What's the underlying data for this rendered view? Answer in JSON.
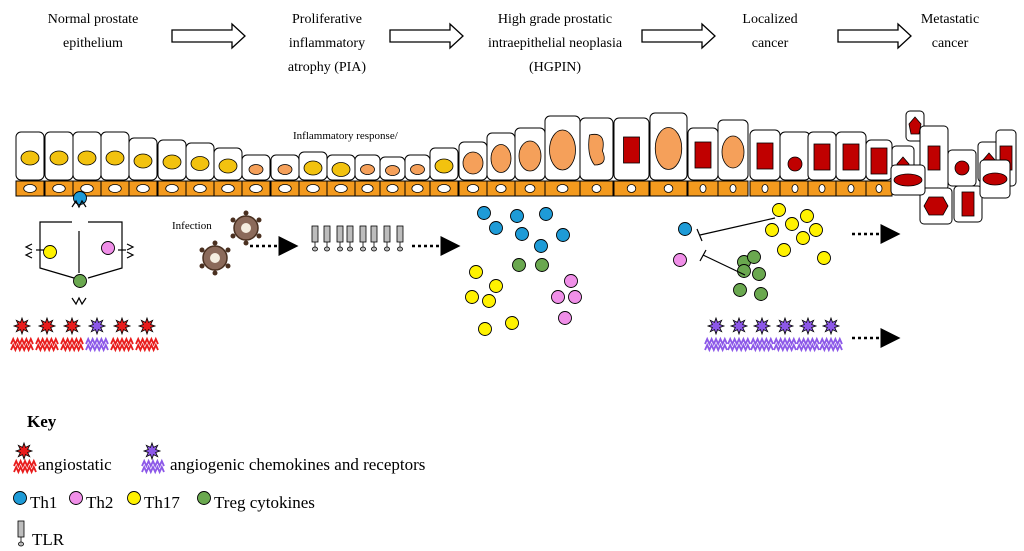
{
  "stages": [
    {
      "id": "normal",
      "label": "Normal prostate epithelium"
    },
    {
      "id": "pia",
      "label": "Proliferative inflammatory atrophy (PIA)"
    },
    {
      "id": "hgpin",
      "label": "High grade prostatic intraepithelial neoplasia (HGPIN)"
    },
    {
      "id": "localized",
      "label": "Localized cancer"
    },
    {
      "id": "metastatic",
      "label": "Metastatic cancer"
    }
  ],
  "annotations": {
    "inflammatory": "Inflammatory response/",
    "infection": "Infection"
  },
  "key": {
    "title": "Key",
    "angiostatic": "angiostatic",
    "angiogenic": "angiogenic chemokines and receptors",
    "th1": "Th1",
    "th2": "Th2",
    "th17": "Th17",
    "treg": "Treg cytokines",
    "tlr": "TLR"
  },
  "colors": {
    "th1": "#1e9bd7",
    "th2": "#f08fe8",
    "th17": "#fff200",
    "treg": "#6aa84f",
    "angiostatic": "#e81c1c",
    "angiogenic": "#8c58e8",
    "nucleus_normal": "#f2c20f",
    "nucleus_dysplastic": "#f5a05a",
    "nucleus_cancer": "#c00000",
    "basal": "#f39a1e"
  }
}
